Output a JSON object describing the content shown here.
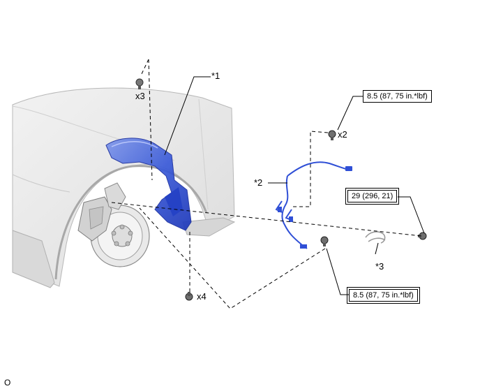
{
  "callouts": {
    "part1": "*1",
    "part2": "*2",
    "part3": "*3"
  },
  "quantities": {
    "clips": "x3",
    "top_bolts": "x2",
    "bottom_bolts": "x4"
  },
  "torque_specs": {
    "sensor_bolt_top": "8.5 (87, 75 in.*lbf)",
    "hub_nut": "29 (296, 21)",
    "sensor_bolt_bottom": "8.5 (87, 75 in.*lbf)"
  },
  "figure_code": "O",
  "colors": {
    "highlight_blue": "#2f4fd6",
    "body_gray": "#e6e6e6",
    "outline": "#9a9a9a",
    "leader": "#000000"
  }
}
